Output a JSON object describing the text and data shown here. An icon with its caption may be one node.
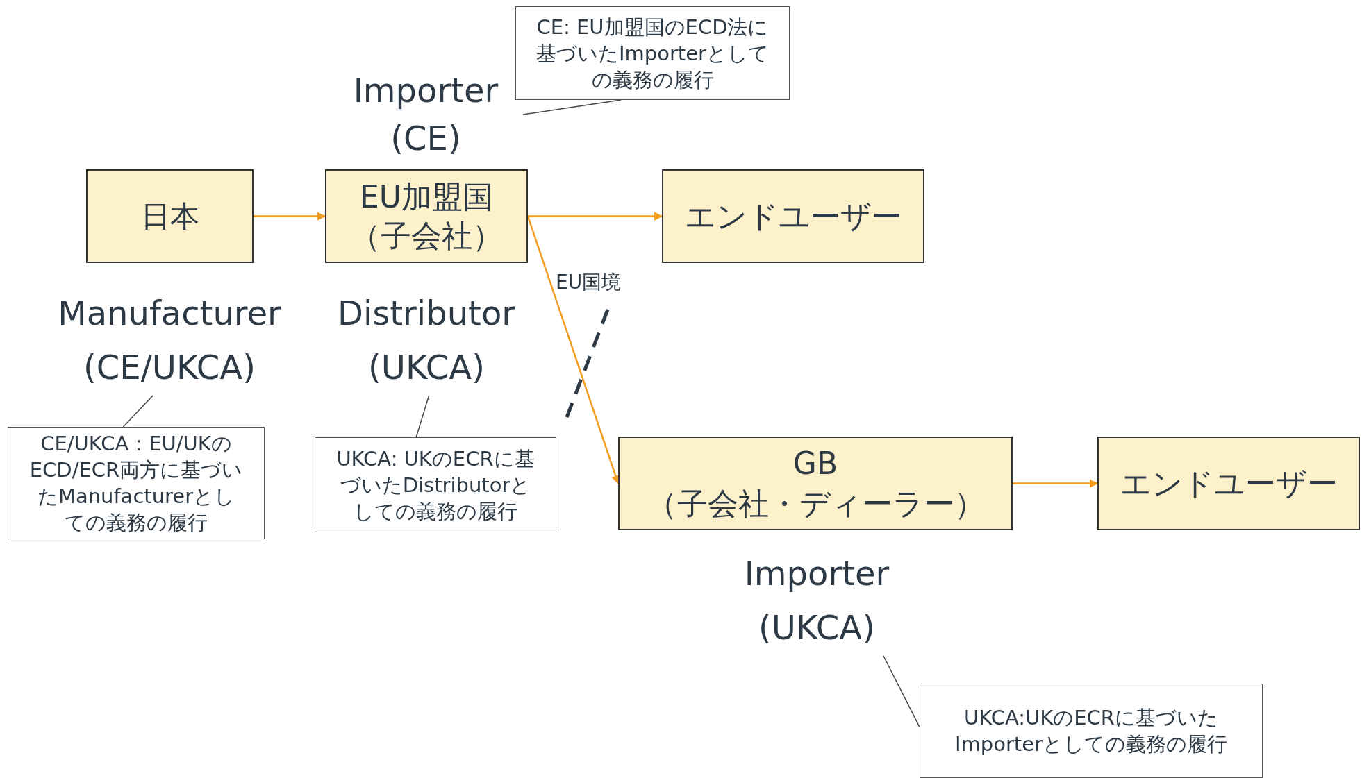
{
  "diagram": {
    "nodes": [
      {
        "text": [
          "日本"
        ]
      },
      {
        "text": [
          "EU加盟国",
          "（子会社）"
        ]
      },
      {
        "text": [
          "エンドユーザー"
        ]
      },
      {
        "text": [
          "GB",
          "（子会社・ディーラー）"
        ]
      },
      {
        "text": [
          "エンドユーザー"
        ]
      },
      {
        "text": [
          "Importer (CE)"
        ]
      },
      {
        "text": [
          "CE: EU加盟国のECD法に基づいたImporterとしての義務の履行"
        ]
      },
      {
        "text": [
          "Manufacturer (CE/UKCA)"
        ]
      },
      {
        "text": [
          "CE/UKCA：EU/UKのECD/ECR両方に基づいたManufacturerとしての義務の履行"
        ]
      },
      {
        "text": [
          "Distributor (UKCA)"
        ]
      },
      {
        "text": [
          "UKCA: UKのECRに基づいたDistributorとしての義務の履行"
        ]
      },
      {
        "text": [
          "Importer (UKCA)"
        ]
      },
      {
        "text": [
          "UKCA:UKのECRに基づいたImporterとしての義務の履行"
        ]
      }
    ],
    "edges": [
      {
        "from": 0,
        "to": 1,
        "arrow": "to"
      },
      {
        "from": 1,
        "to": 2,
        "arrow": "to"
      },
      {
        "from": 1,
        "to": 3,
        "arrow": "to"
      },
      {
        "from": 3,
        "to": 4,
        "arrow": "to"
      },
      {
        "from": 6,
        "to": 5,
        "arrow": "none",
        "color": "#444444"
      },
      {
        "from": 8,
        "to": 7,
        "arrow": "none",
        "color": "#444444"
      },
      {
        "from": 10,
        "to": 9,
        "arrow": "none",
        "color": "#444444"
      },
      {
        "from": 12,
        "to": 11,
        "arrow": "none",
        "color": "#444444"
      }
    ],
    "labels": [
      "EU国境"
    ]
  }
}
